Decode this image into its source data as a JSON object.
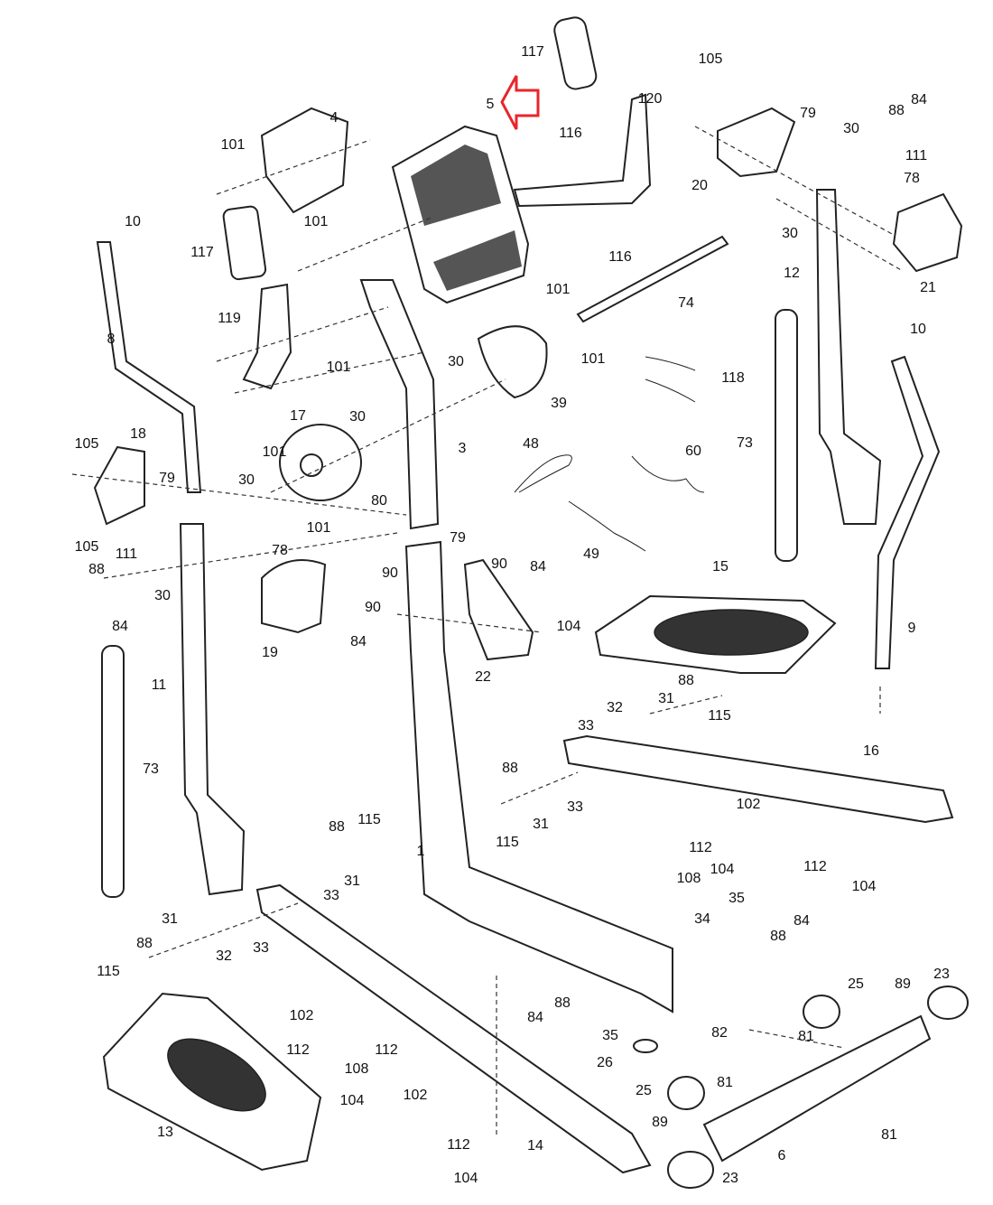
{
  "diagram": {
    "highlight": {
      "part": "5",
      "arrow_color": "#e8262b"
    },
    "labels": [
      "117",
      "5",
      "120",
      "105",
      "79",
      "88",
      "84",
      "30",
      "111",
      "4",
      "101",
      "116",
      "78",
      "20",
      "10",
      "101",
      "117",
      "30",
      "116",
      "21",
      "12",
      "119",
      "101",
      "74",
      "8",
      "101",
      "10",
      "30",
      "101",
      "118",
      "39",
      "73",
      "17",
      "30",
      "3",
      "48",
      "60",
      "105",
      "18",
      "101",
      "79",
      "30",
      "80",
      "101",
      "105",
      "78",
      "79",
      "90",
      "84",
      "49",
      "111",
      "88",
      "30",
      "90",
      "15",
      "84",
      "19",
      "90",
      "84",
      "104",
      "9",
      "22",
      "11",
      "88",
      "31",
      "32",
      "115",
      "33",
      "73",
      "16",
      "88",
      "33",
      "31",
      "102",
      "115",
      "112",
      "108",
      "104",
      "112",
      "104",
      "1",
      "88",
      "115",
      "31",
      "33",
      "35",
      "84",
      "34",
      "88",
      "31",
      "88",
      "32",
      "33",
      "115",
      "25",
      "89",
      "23",
      "102",
      "112",
      "112",
      "108",
      "104",
      "84",
      "88",
      "35",
      "82",
      "81",
      "26",
      "102",
      "112",
      "104",
      "25",
      "81",
      "89",
      "13",
      "14",
      "6",
      "23",
      "81"
    ]
  }
}
